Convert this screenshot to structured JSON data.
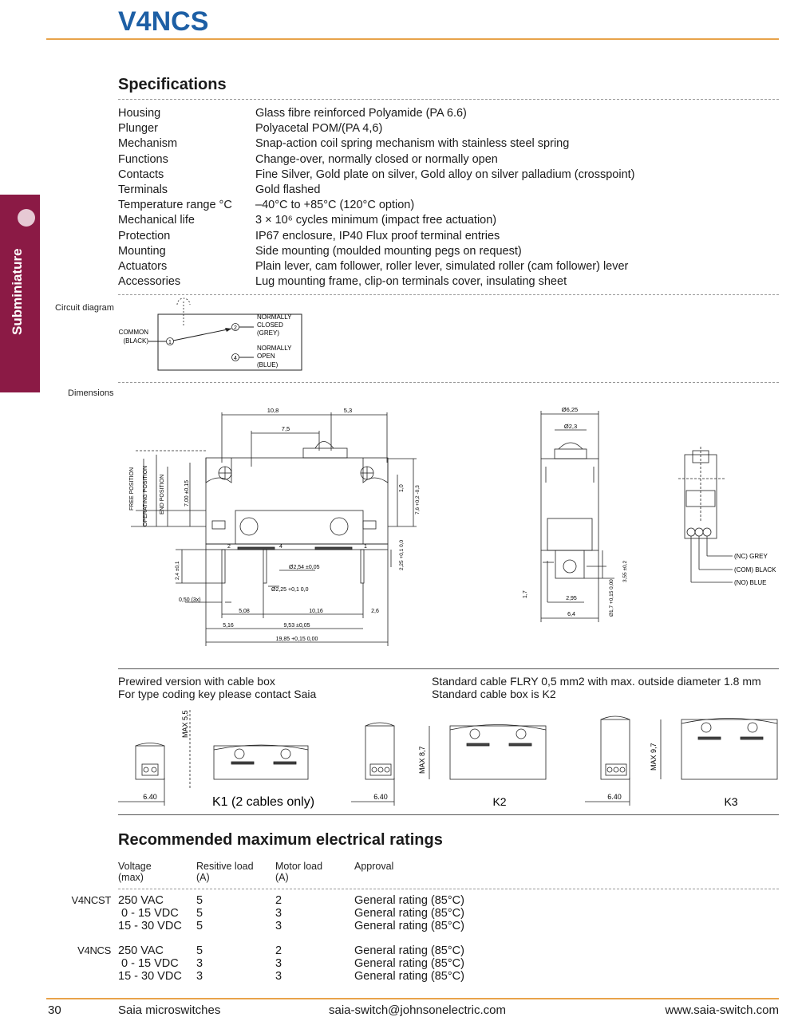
{
  "header": {
    "title": "V4NCS"
  },
  "side_tab": {
    "label": "Subminiature"
  },
  "specifications": {
    "heading": "Specifications",
    "rows": [
      {
        "label": "Housing",
        "value": "Glass fibre reinforced Polyamide (PA 6.6)"
      },
      {
        "label": "Plunger",
        "value": "Polyacetal POM/(PA 4,6)"
      },
      {
        "label": "Mechanism",
        "value": "Snap-action coil spring mechanism with stainless steel spring"
      },
      {
        "label": "Functions",
        "value": "Change-over, normally closed or normally open"
      },
      {
        "label": "Contacts",
        "value": "Fine Silver, Gold plate on silver, Gold alloy on silver palladium (crosspoint)"
      },
      {
        "label": "Terminals",
        "value": "Gold flashed"
      },
      {
        "label": "Temperature range °C",
        "value": "–40°C to +85°C (120°C option)"
      },
      {
        "label": "Mechanical life",
        "value": "3 × 10⁶ cycles minimum (impact free actuation)"
      },
      {
        "label": "Protection",
        "value": "IP67 enclosure, IP40 Flux proof terminal entries"
      },
      {
        "label": "Mounting",
        "value": "Side mounting (moulded mounting pegs on request)"
      },
      {
        "label": "Actuators",
        "value": "Plain lever, cam follower, roller lever, simulated roller (cam follower) lever"
      },
      {
        "label": "Accessories",
        "value": "Lug mounting frame, clip-on terminals cover, insulating sheet"
      }
    ]
  },
  "circuit": {
    "label": "Circuit diagram",
    "common_1": "COMMON",
    "common_2": "(BLACK)",
    "nc_1": "NORMALLY",
    "nc_2": "CLOSED",
    "nc_3": "(GREY)",
    "no_1": "NORMALLY",
    "no_2": "OPEN",
    "no_3": "(BLUE)",
    "pin1": "1",
    "pin2": "2",
    "pin4": "4"
  },
  "dimensions": {
    "label": "Dimensions",
    "front": {
      "d_10_8": "10,8",
      "d_5_3": "5,3",
      "d_7_5": "7,5",
      "free_pos": "FREE POSITION",
      "op_pos": "OPERATING POSITION",
      "end_pos": "END POSITION",
      "d_7_00": "7,00 ±0,15",
      "d_1_0": "1,0",
      "d_7_6": "7,6 +0,2 -0,3",
      "d_2_25": "2,25 +0,1 0,0",
      "d_2_4": "2,4 ±0,1",
      "d_2_54": "Ø2,54 ±0,05",
      "d_225dia": "Ø2,25 +0,1 0,0",
      "d_0_50": "0,50 (3x)",
      "d_5_08": "5,08",
      "d_10_16": "10,16",
      "d_2_6": "2,6",
      "d_5_16": "5,16",
      "d_9_53": "9,53 ±0,05",
      "d_19_85": "19,85 +0,15 0,00",
      "t2": "2",
      "t4": "4",
      "t1": "1"
    },
    "side": {
      "d_6_25": "Ø6,25",
      "d_2_3": "Ø2,3",
      "d_3_55": "3,55 ±0,2",
      "d_1_7": "1,7",
      "d_2_95": "2,95",
      "d_6_4": "6,4",
      "d_1_7dia": "Ø1,7 +0,15 0,00"
    },
    "wiring": {
      "nc": "(NC) GREY",
      "com": "(COM) BLACK",
      "no": "(NO) BLUE"
    }
  },
  "prewired": {
    "left_1": "Prewired version with cable box",
    "left_2": "For type coding key please contact Saia",
    "right_1": "Standard cable FLRY 0,5 mm2 with max. outside diameter 1.8 mm",
    "right_2": "Standard cable box is K2",
    "k1_max": "MAX 5,5",
    "k2_max": "MAX 8,7",
    "k3_max": "MAX 9,7",
    "width": "6.40",
    "k1": "K1 (2 cables only)",
    "k2": "K2",
    "k3": "K3"
  },
  "ratings": {
    "heading": "Recommended maximum electrical ratings",
    "headers": [
      {
        "l1": "Voltage",
        "l2": "(max)"
      },
      {
        "l1": "Resitive load",
        "l2": "(A)"
      },
      {
        "l1": "Motor load",
        "l2": "(A)"
      },
      {
        "l1": "Approval",
        "l2": ""
      }
    ],
    "groups": [
      {
        "model": "V4NCST",
        "rows": [
          {
            "voltage": "250 VAC",
            "resistive": "5",
            "motor": "2",
            "approval": "General rating (85°C)"
          },
          {
            "voltage": " 0 - 15 VDC",
            "resistive": "5",
            "motor": "3",
            "approval": "General rating (85°C)"
          },
          {
            "voltage": "15 - 30 VDC",
            "resistive": "5",
            "motor": "3",
            "approval": "General rating (85°C)"
          }
        ]
      },
      {
        "model": "V4NCS",
        "rows": [
          {
            "voltage": "250 VAC",
            "resistive": "5",
            "motor": "2",
            "approval": "General rating (85°C)"
          },
          {
            "voltage": " 0 - 15 VDC",
            "resistive": "3",
            "motor": "3",
            "approval": "General rating (85°C)"
          },
          {
            "voltage": "15 - 30 VDC",
            "resistive": "3",
            "motor": "3",
            "approval": "General rating (85°C)"
          }
        ]
      }
    ]
  },
  "footer": {
    "page": "30",
    "brand": "Saia microswitches",
    "email": "saia-switch@johnsonelectric.com",
    "web": "www.saia-switch.com"
  }
}
